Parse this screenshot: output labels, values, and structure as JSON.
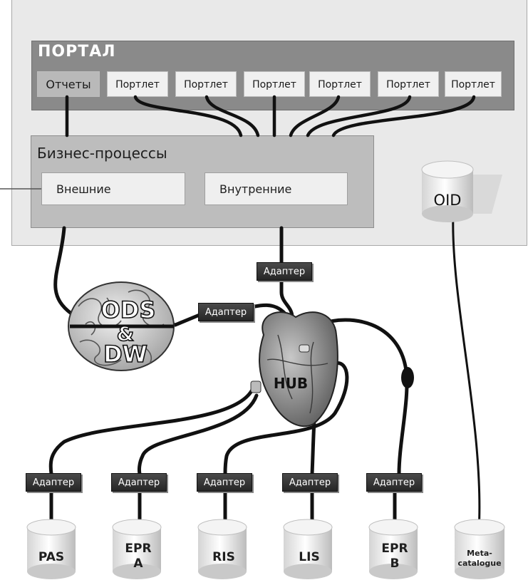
{
  "portal": {
    "title": "ПОРТАЛ",
    "reports_label": "Отчеты",
    "portlets": [
      "Портлет",
      "Портлет",
      "Портлет",
      "Портлет",
      "Портлет",
      "Портлет"
    ]
  },
  "business": {
    "title": "Бизнес-процессы",
    "external_label": "Внешние",
    "internal_label": "Внутренние"
  },
  "oid_label": "OID",
  "brain_label": {
    "line1": "ODS",
    "line2": "&",
    "line3": "DW"
  },
  "hub_label": "HUB",
  "adapters": {
    "top": "Адаптер",
    "middle": "Адаптер",
    "bottom": [
      "Адаптер",
      "Адаптер",
      "Адаптер",
      "Адаптер",
      "Адаптер"
    ]
  },
  "databases": [
    {
      "line1": "PAS",
      "line2": ""
    },
    {
      "line1": "EPR",
      "line2": "A"
    },
    {
      "line1": "RIS",
      "line2": ""
    },
    {
      "line1": "LIS",
      "line2": ""
    },
    {
      "line1": "EPR",
      "line2": "B"
    },
    {
      "line1": "Meta-",
      "line2": "catalogue"
    }
  ]
}
